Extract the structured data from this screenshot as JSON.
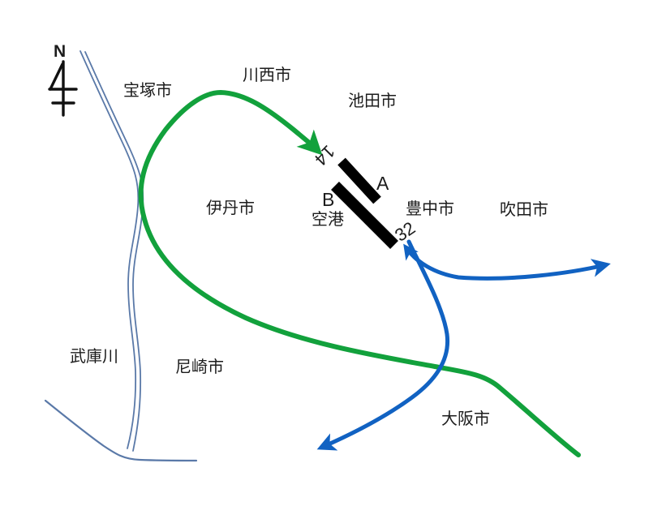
{
  "compass": {
    "label": "N"
  },
  "labels": {
    "takarazuka": "宝塚市",
    "kawanishi": "川西市",
    "ikeda": "池田市",
    "itami": "伊丹市",
    "toyonaka": "豊中市",
    "suita": "吹田市",
    "amagasaki": "尼崎市",
    "osaka_city": "大阪市",
    "muko_river": "武庫川",
    "airport": "空港",
    "runway_a": "A",
    "runway_b": "B",
    "runway_end_14": "14",
    "runway_end_32": "32"
  },
  "colors": {
    "green_route": "#12a13c",
    "blue_route": "#1162c2",
    "river": "#5a79a8",
    "runway": "#000000",
    "text": "#1c1c1c",
    "background": "#ffffff"
  }
}
